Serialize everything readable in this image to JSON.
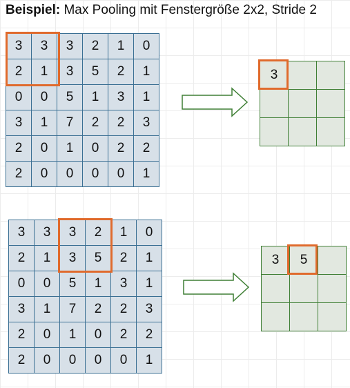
{
  "title": {
    "bold": "Beispiel:",
    "rest": " Max Pooling mit Fenstergröße 2x2, Stride 2"
  },
  "input_matrix": [
    [
      "3",
      "3",
      "3",
      "2",
      "1",
      "0"
    ],
    [
      "2",
      "1",
      "3",
      "5",
      "2",
      "1"
    ],
    [
      "0",
      "0",
      "5",
      "1",
      "3",
      "1"
    ],
    [
      "3",
      "1",
      "7",
      "2",
      "2",
      "3"
    ],
    [
      "2",
      "0",
      "1",
      "0",
      "2",
      "2"
    ],
    [
      "2",
      "0",
      "0",
      "0",
      "0",
      "1"
    ]
  ],
  "step1_output": [
    [
      "3",
      "",
      ""
    ],
    [
      "",
      "",
      ""
    ],
    [
      "",
      "",
      ""
    ]
  ],
  "step2_output": [
    [
      "3",
      "5",
      ""
    ],
    [
      "",
      "",
      ""
    ],
    [
      "",
      "",
      ""
    ]
  ],
  "colors": {
    "highlight": "#e06a2c",
    "input_border": "#3a6f93",
    "output_border": "#3f7f35"
  }
}
